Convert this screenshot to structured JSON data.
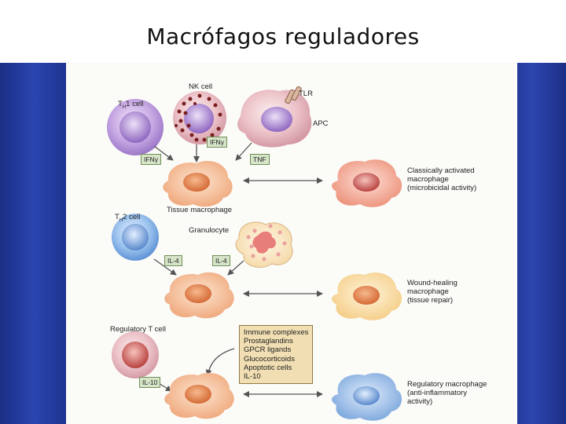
{
  "title": "Macrófagos reguladores",
  "labels": {
    "th1_main": "T",
    "th1_sub": "H",
    "th1_rest": "1 cell",
    "nk": "NK cell",
    "tlr": "TLR",
    "apc": "APC",
    "ifng_nk": "IFNγ",
    "ifng_th1": "IFNγ",
    "tnf": "TNF",
    "tissue_macrophage": "Tissue macrophage",
    "classical": [
      "Classically activated",
      "macrophage",
      "(microbicidal activity)"
    ],
    "th2_main": "T",
    "th2_sub": "H",
    "th2_rest": "2 cell",
    "granulocyte": "Granulocyte",
    "il4_left": "IL-4",
    "il4_right": "IL-4",
    "wound": [
      "Wound-healing",
      "macrophage",
      "(tissue repair)"
    ],
    "treg": "Regulatory T cell",
    "il10": "IL-10",
    "regulatory": [
      "Regulatory macrophage",
      "(anti-inflammatory",
      "activity)"
    ]
  },
  "stimuli": [
    "Immune complexes",
    "Prostaglandins",
    "GPCR ligands",
    "Glucocorticoids",
    "Apoptotic cells",
    "IL-10"
  ],
  "colors": {
    "slide_blue": "#1e338f",
    "macrophage_orange": "#f2b48a",
    "classical_red": "#e98a78",
    "wound_yellow": "#f6d48e",
    "regulatory_blue": "#7ea9dc"
  }
}
